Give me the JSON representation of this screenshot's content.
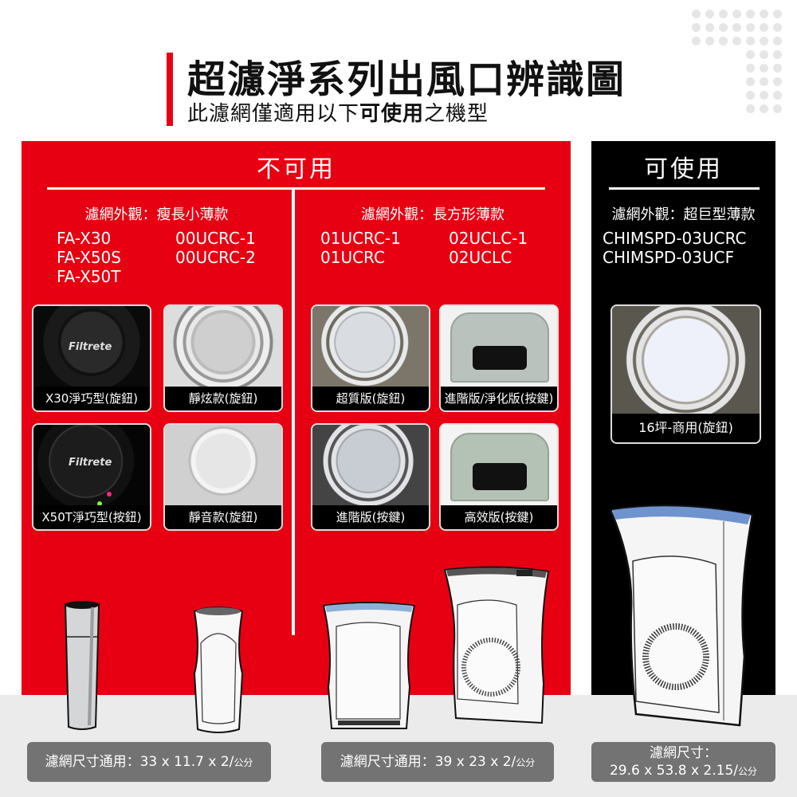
{
  "header": {
    "title": "超濾淨系列出風口辨識圖",
    "subtitle_pre": "此濾網僅適用以下",
    "subtitle_bold": "可使用",
    "subtitle_post": "之機型"
  },
  "colors": {
    "accent_red": "#e60012",
    "panel_black": "#000000",
    "floor_gray": "#ebebeb",
    "size_box_gray": "#737373"
  },
  "not_usable": {
    "heading": "不可用",
    "groups": [
      {
        "appearance": "濾網外觀：瘦長小薄款",
        "models_col1": "FA-X30\nFA-X50S\nFA-X50T",
        "models_col2": "00UCRC-1\n00UCRC-2",
        "photos": [
          {
            "caption": "X30淨巧型(旋鈕)"
          },
          {
            "caption": "靜炫款(旋鈕)"
          },
          {
            "caption": "X50T淨巧型(按鈕)"
          },
          {
            "caption": "靜音款(旋鈕)"
          }
        ],
        "size_label": "濾網尺寸通用：33 x 11.7 x 2/",
        "size_unit": "公分"
      },
      {
        "appearance": "濾網外觀：長方形薄款",
        "models_col1": "01UCRC-1\n01UCRC",
        "models_col2": "02UCLC-1\n02UCLC",
        "photos": [
          {
            "caption": "超質版(旋鈕)"
          },
          {
            "caption": "進階版/淨化版(按鍵)"
          },
          {
            "caption": "進階版(按鍵)"
          },
          {
            "caption": "高效版(按鍵)"
          }
        ],
        "size_label": "濾網尺寸通用：39 x 23 x 2/",
        "size_unit": "公分"
      }
    ]
  },
  "usable": {
    "heading": "可使用",
    "appearance": "濾網外觀：超巨型薄款",
    "models": "CHIMSPD-03UCRC\nCHIMSPD-03UCF",
    "photo_caption": "16坪-商用(旋鈕)",
    "size_line1": "濾網尺寸：",
    "size_line2": "29.6 x 53.8 x 2.15/",
    "size_unit": "公分"
  }
}
